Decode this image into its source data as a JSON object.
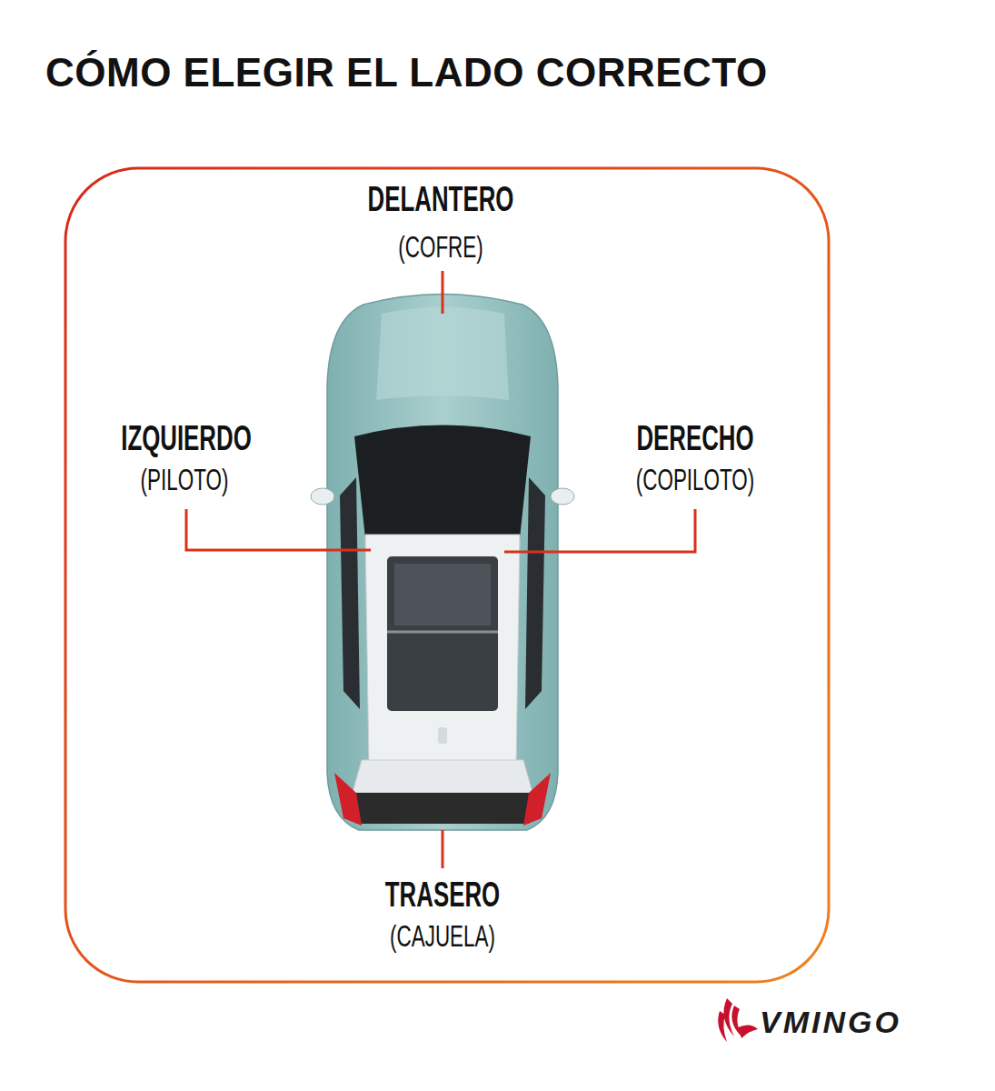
{
  "diagram": {
    "title": "CÓMO ELEGIR EL LADO CORRECTO",
    "labels": [
      "DELANTERO",
      "(COFRE)",
      "IZQUIERDO",
      "(PILOTO)",
      "DERECHO",
      "(COPILOTO)",
      "TRASERO",
      "(CAJUELA)",
      "VMINGO"
    ]
  }
}
